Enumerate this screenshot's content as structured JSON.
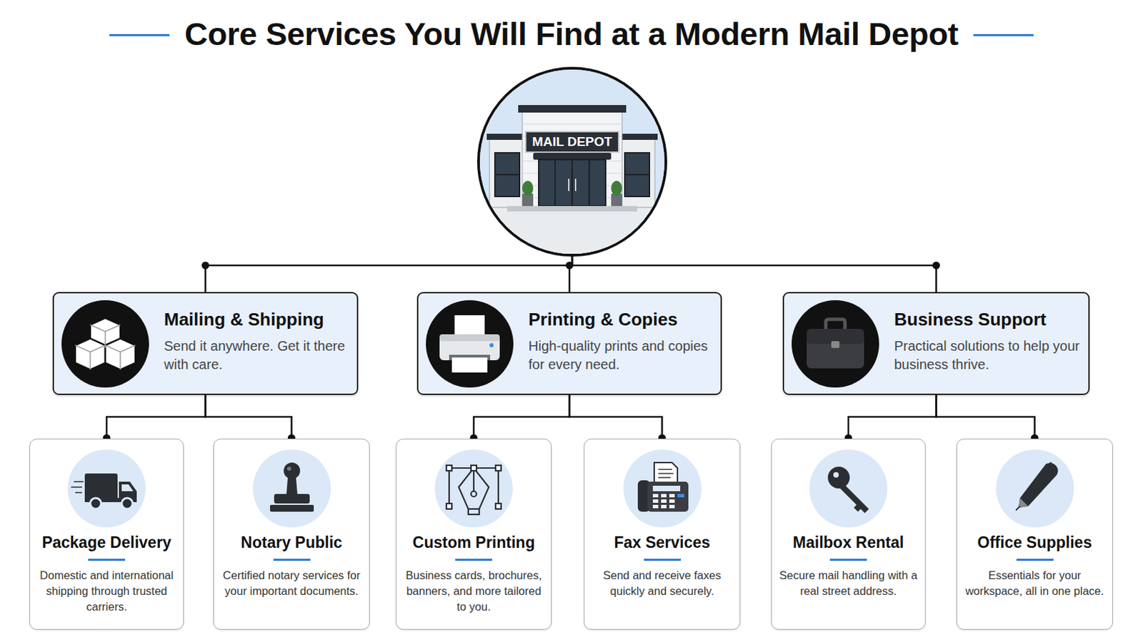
{
  "diagram": {
    "title": "Core Services You Will Find at a Modern Mail Depot",
    "nodes": [
      {
        "text": [
          "MAIL DEPOT"
        ]
      },
      {
        "text": [
          "Mailing & Shipping",
          "Send it anywhere. Get it there with care."
        ]
      },
      {
        "text": [
          "Printing & Copies",
          "High-quality prints and copies for every need."
        ]
      },
      {
        "text": [
          "Business Support",
          "Practical solutions to help your business thrive."
        ]
      },
      {
        "text": [
          "Package Delivery",
          "Domestic and international shipping through trusted carriers."
        ]
      },
      {
        "text": [
          "Notary Public",
          "Certified notary services for your important documents."
        ]
      },
      {
        "text": [
          "Custom Printing",
          "Business cards, brochures, banners, and more tailored to you."
        ]
      },
      {
        "text": [
          "Fax Services",
          "Send and receive faxes quickly and securely."
        ]
      },
      {
        "text": [
          "Mailbox Rental",
          "Secure mail handling with a real street address."
        ]
      },
      {
        "text": [
          "Office Supplies",
          "Essentials for your workspace, all in one place."
        ]
      }
    ],
    "edges": [
      {
        "from": 0,
        "to": 1,
        "arrow": "none"
      },
      {
        "from": 0,
        "to": 2,
        "arrow": "none"
      },
      {
        "from": 0,
        "to": 3,
        "arrow": "none"
      },
      {
        "from": 1,
        "to": 4,
        "arrow": "none"
      },
      {
        "from": 1,
        "to": 5,
        "arrow": "none"
      },
      {
        "from": 2,
        "to": 6,
        "arrow": "none"
      },
      {
        "from": 2,
        "to": 7,
        "arrow": "none"
      },
      {
        "from": 3,
        "to": 8,
        "arrow": "none"
      },
      {
        "from": 3,
        "to": 9,
        "arrow": "none"
      }
    ]
  }
}
